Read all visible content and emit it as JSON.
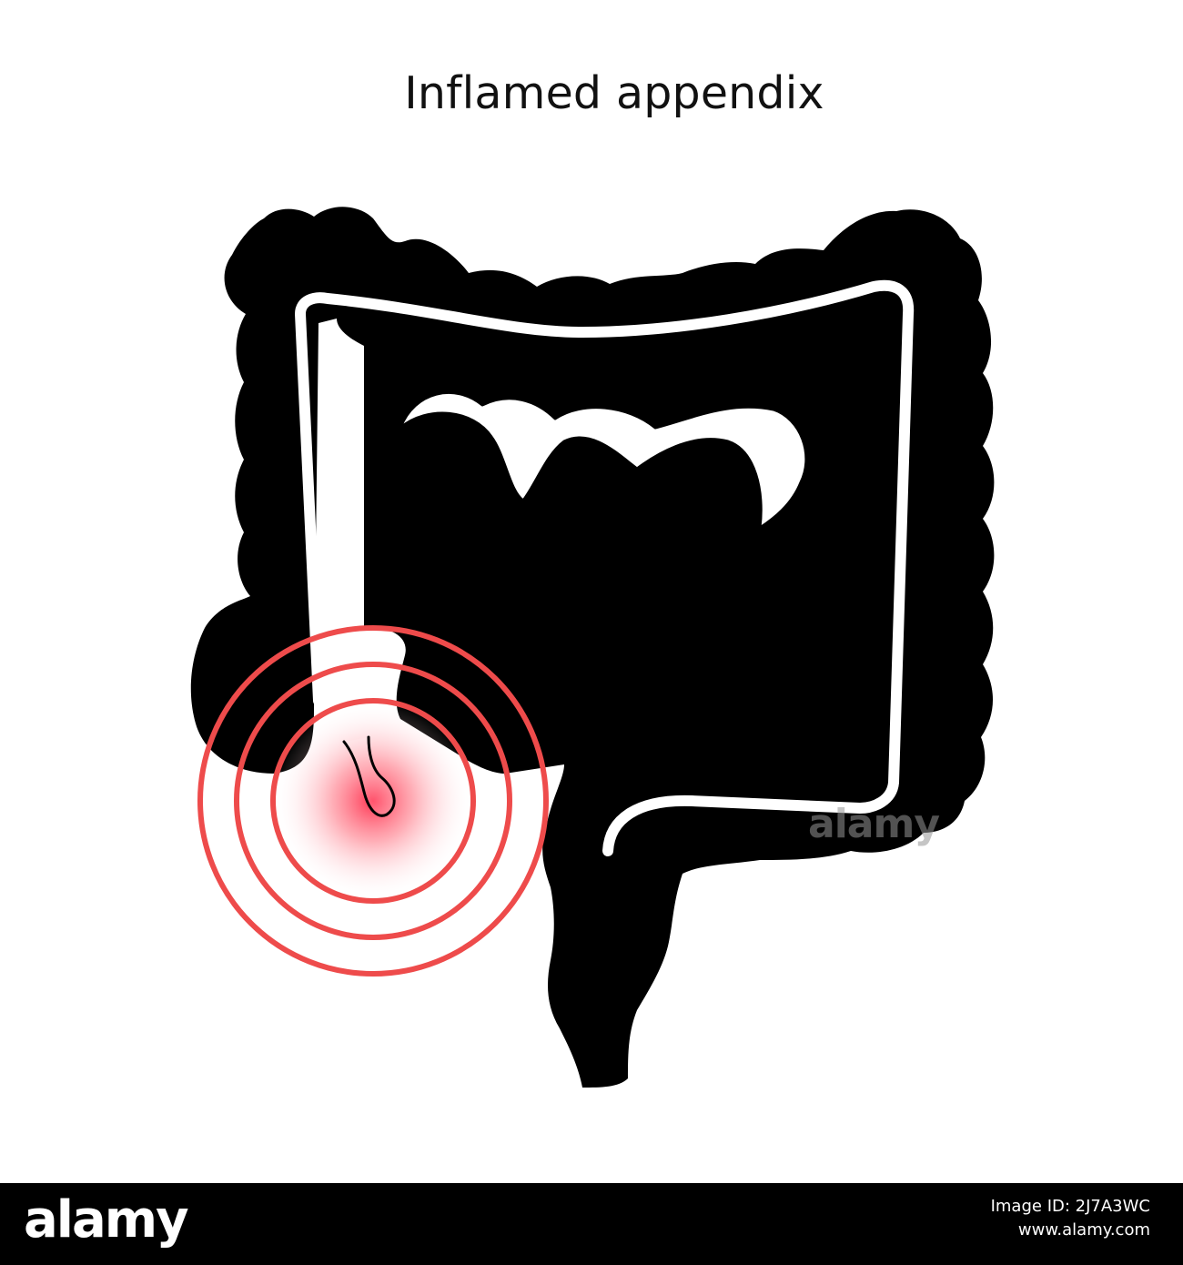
{
  "title": "Inflamed appendix",
  "watermark": "alamy",
  "footer": {
    "logo": "alamy",
    "image_id_label": "Image ID: 2J7A3WC",
    "url": "www.alamy.com"
  },
  "colors": {
    "organ": "#000000",
    "inflammation": "#ee4b4b",
    "footer_bg": "#000000"
  }
}
